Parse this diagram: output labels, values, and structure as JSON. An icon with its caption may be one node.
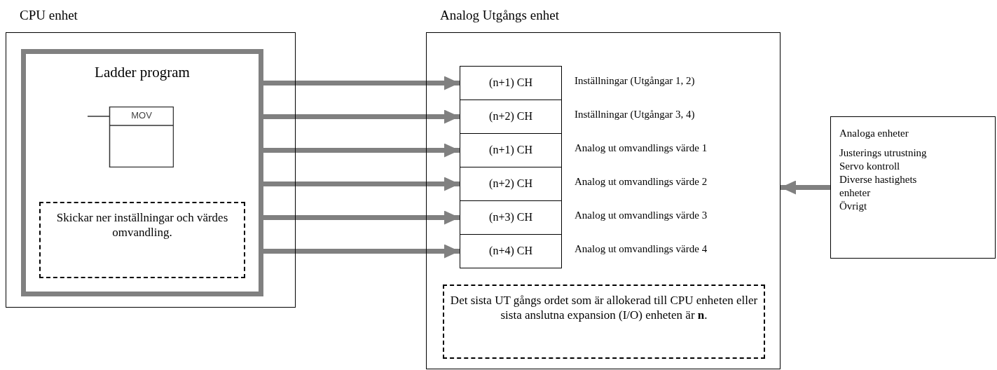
{
  "diagram": {
    "nodes": [
      {
        "text": [
          "CPU enhet"
        ]
      },
      {
        "text": [
          "Ladder program"
        ],
        "in": 0
      },
      {
        "text": [
          "MOV"
        ],
        "in": 1
      },
      {
        "text": [
          "Skickar ner inställningar och värdes omvandling."
        ],
        "in": 1
      },
      {
        "text": [
          "Analog Utgångs enhet"
        ]
      },
      {
        "text": [
          "(n+1) CH"
        ],
        "in": 4,
        "beside": [
          "Inställningar (Utgångar 1, 2)"
        ]
      },
      {
        "text": [
          "(n+2) CH"
        ],
        "in": 4,
        "beside": [
          "Inställningar (Utgångar 3, 4)"
        ]
      },
      {
        "text": [
          "(n+1) CH"
        ],
        "in": 4,
        "beside": [
          "Analog ut omvandlings värde 1"
        ]
      },
      {
        "text": [
          "(n+2) CH"
        ],
        "in": 4,
        "beside": [
          "Analog ut omvandlings värde 2"
        ]
      },
      {
        "text": [
          "(n+3) CH"
        ],
        "in": 4,
        "beside": [
          "Analog ut omvandlings värde 3"
        ]
      },
      {
        "text": [
          "(n+4) CH"
        ],
        "in": 4,
        "beside": [
          "Analog ut omvandlings värde 4"
        ]
      },
      {
        "text": [
          "Det sista UT gångs ordet som är allokerad till CPU enheten eller sista anslutna expansion (I/O) enheten är **n**."
        ],
        "in": 4
      },
      {
        "text": [
          "Analoga enheter",
          "Justerings utrustning",
          "Servo kontroll",
          "Diverse hastighets enheter",
          "Övrigt"
        ]
      }
    ],
    "edges": [
      {
        "from": 1,
        "to": 5,
        "arrow": "to"
      },
      {
        "from": 1,
        "to": 6,
        "arrow": "to"
      },
      {
        "from": 1,
        "to": 7,
        "arrow": "to"
      },
      {
        "from": 1,
        "to": 8,
        "arrow": "to"
      },
      {
        "from": 1,
        "to": 9,
        "arrow": "to"
      },
      {
        "from": 1,
        "to": 10,
        "arrow": "to"
      },
      {
        "from": 12,
        "to": 4,
        "arrow": "to"
      }
    ]
  }
}
